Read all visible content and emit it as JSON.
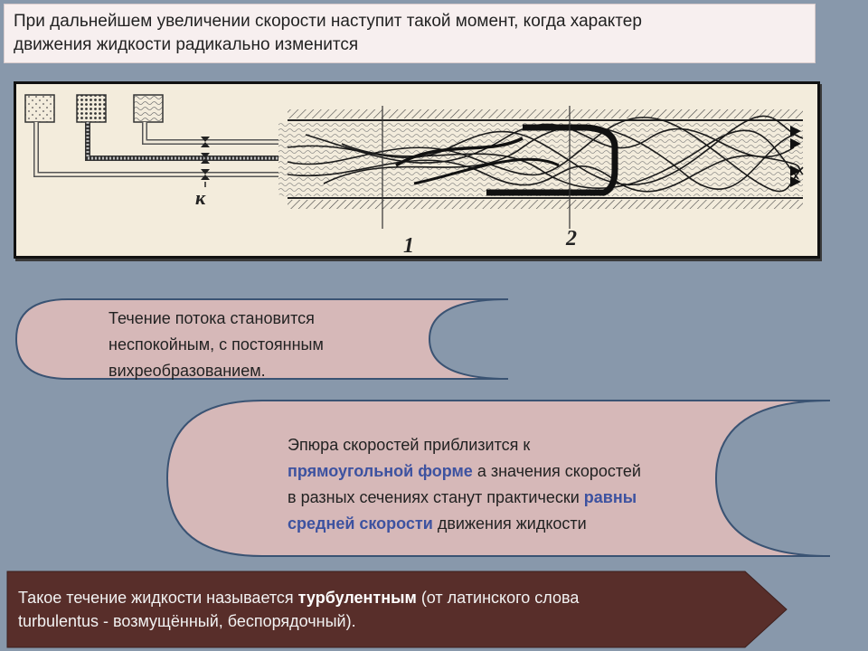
{
  "title": {
    "line1": "При дальнейшем увеличении скорости наступит такой момент, когда характер",
    "line2": "движения жидкости радикально изменится"
  },
  "figure": {
    "valve_label": "к",
    "section1_label": "1",
    "section2_label": "2"
  },
  "callout1": {
    "line1": "Течение потока становится",
    "line2": "неспокойным, с постоянным",
    "line3": "вихреобразованием."
  },
  "callout2": {
    "part1": "Эпюра скоростей приблизится к",
    "highlight1": "прямоугольной форме",
    "part2": " а значения скоростей",
    "part3": "в разных сечениях станут практически ",
    "highlight2a": "равны",
    "highlight2b": "средней скорости",
    "part4": " движения жидкости"
  },
  "bottom": {
    "part1": "Такое течение жидкости называется ",
    "bold": "турбулентным",
    "part2": " (от латинского слова",
    "line2": "turbulentus - возмущённый, беспорядочный)."
  },
  "colors": {
    "background": "#8898ab",
    "callout_fill": "#d6b8b8",
    "highlight": "#3d52a0",
    "banner": "#582e2a"
  }
}
